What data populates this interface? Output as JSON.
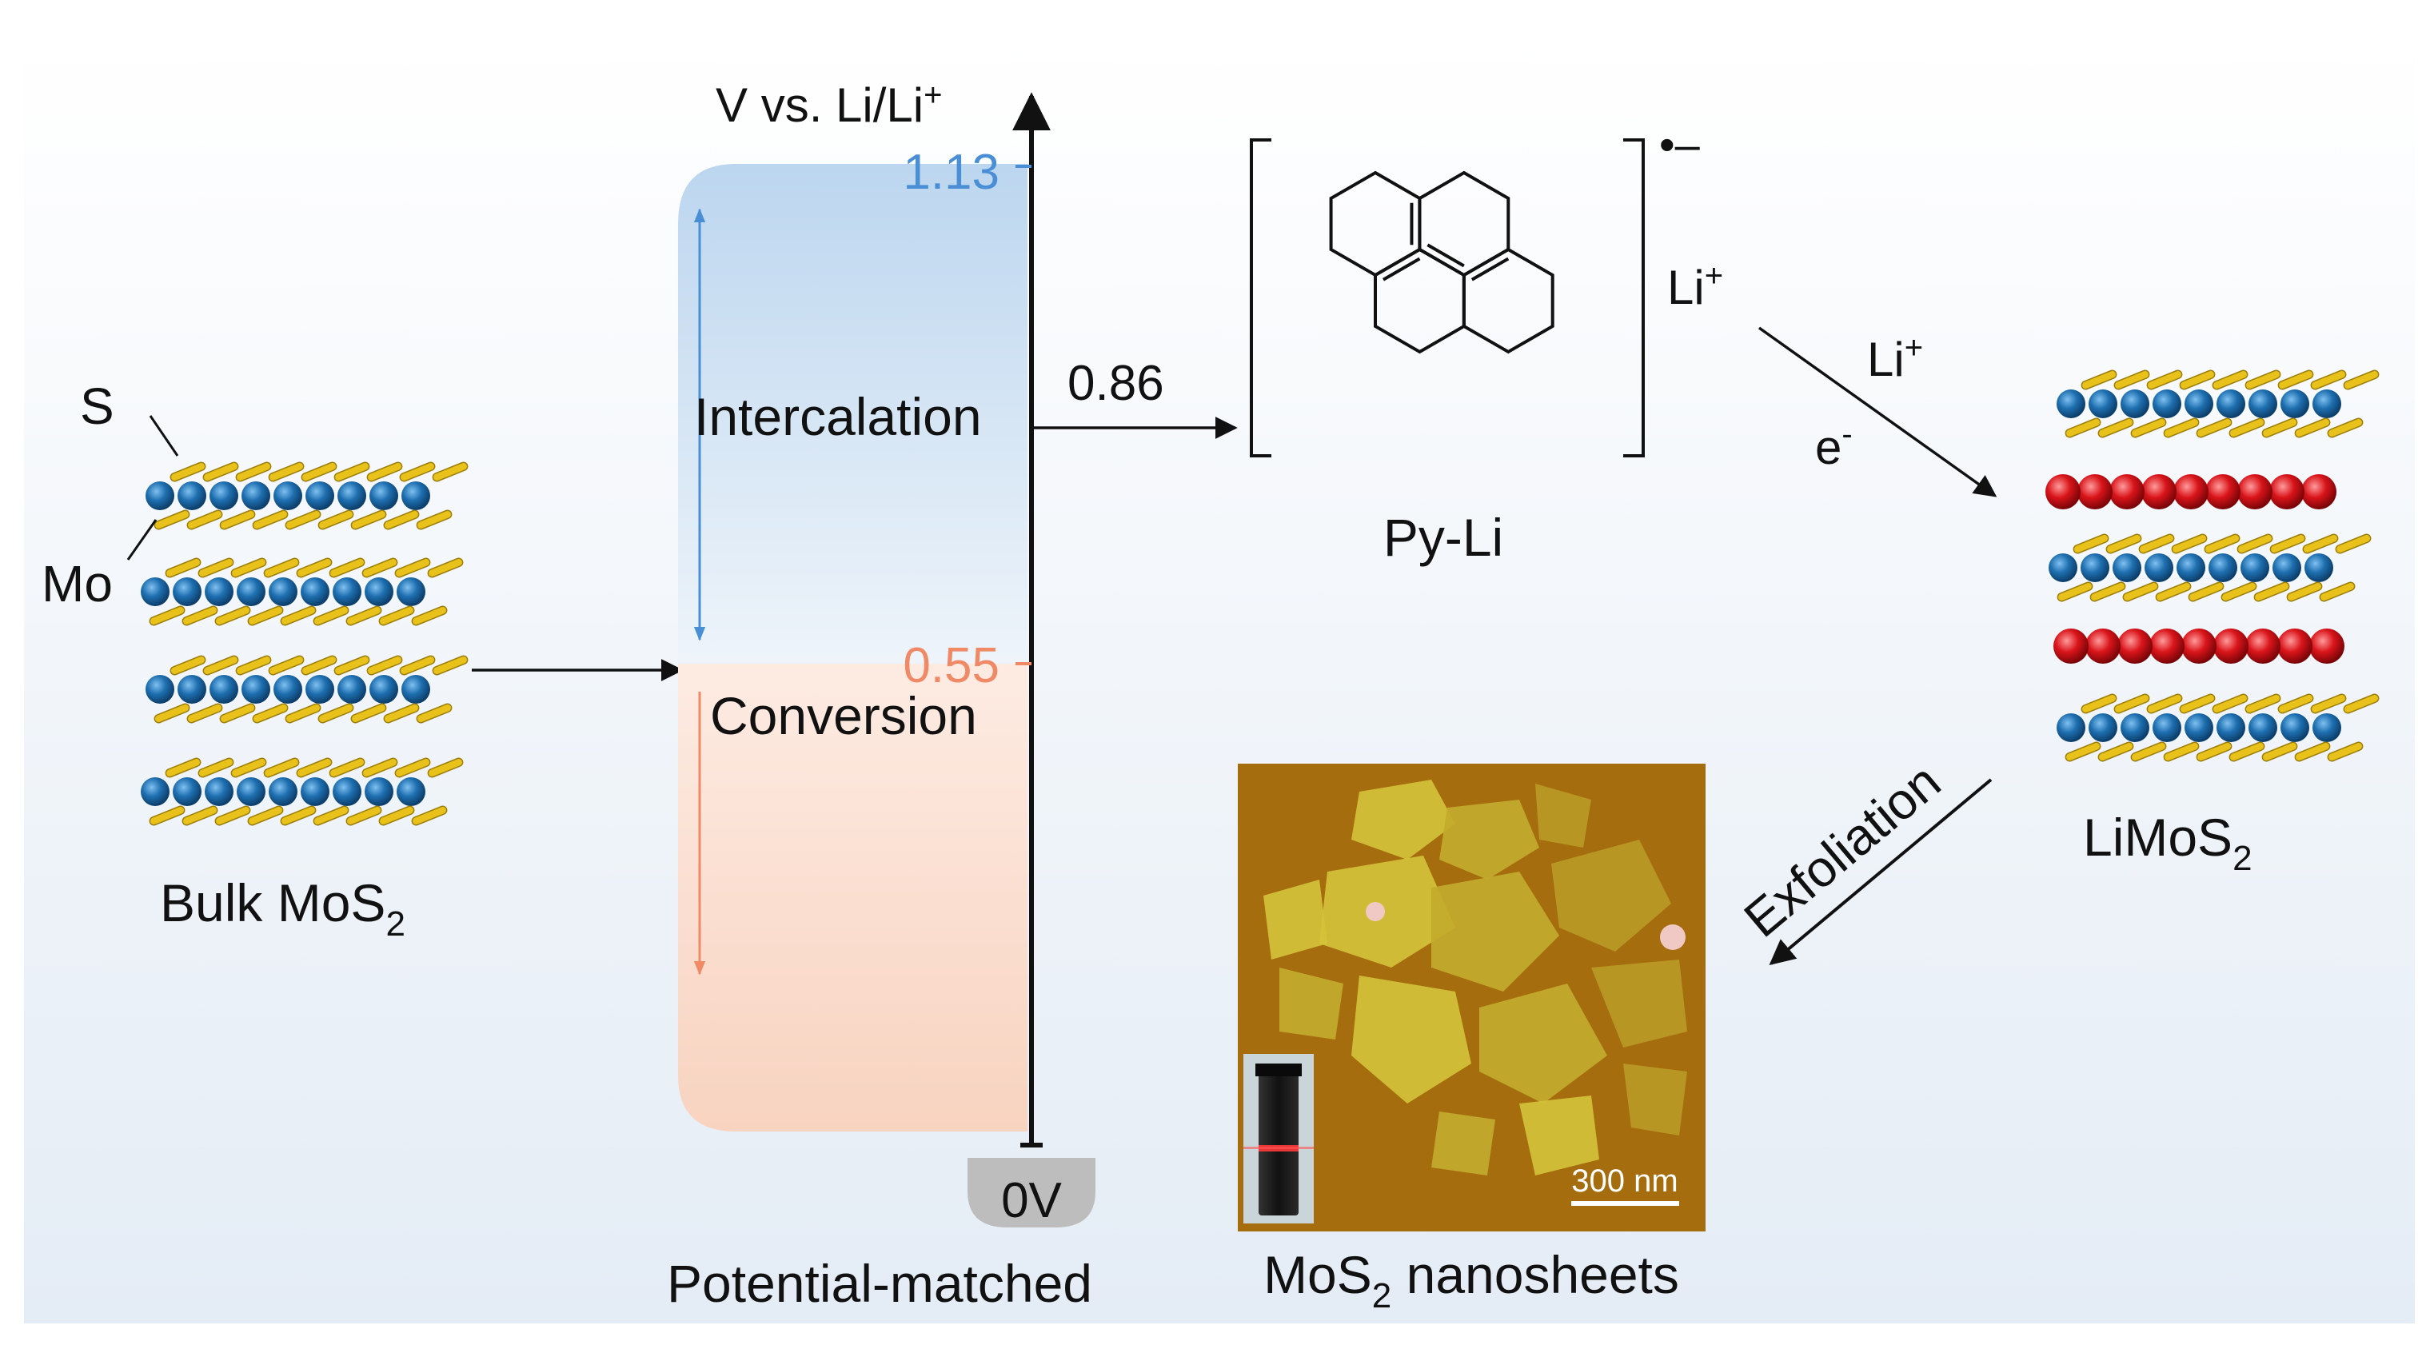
{
  "colors": {
    "mo_atom": "#1e6fb0",
    "s_atom": "#e8c21a",
    "li_atom": "#d9141a",
    "intercalation_blue": "#4a8fd6",
    "conversion_orange": "#f08a66",
    "axis": "#111111",
    "background_top": "#ffffff",
    "background_bottom": "#e4ecf5",
    "afm_background": "#a66d0e",
    "afm_flake": "#c9b52e"
  },
  "bulk": {
    "s_label": "S",
    "mo_label": "Mo",
    "caption": "Bulk MoS",
    "caption_sub": "2"
  },
  "axis": {
    "label": "V vs. Li/Li",
    "label_sup": "+",
    "tick_high": "1.13",
    "tick_mid": "0.55",
    "zero_label": "0V",
    "caption": "Potential-matched"
  },
  "regions": {
    "intercalation": "Intercalation",
    "conversion": "Conversion"
  },
  "reduction": {
    "potential": "0.86",
    "product_label": "Py-Li",
    "charge": "•–",
    "cation": "Li",
    "cation_sup": "+"
  },
  "lithiation": {
    "li": "Li",
    "li_sup": "+",
    "electron": "e",
    "electron_sup": "-"
  },
  "limos2": {
    "caption": "LiMoS",
    "caption_sub": "2"
  },
  "exfoliation": {
    "label": "Exfoliation"
  },
  "nanosheets": {
    "scale_bar": "300 nm",
    "caption_pre": "MoS",
    "caption_sub": "2",
    "caption_post": " nanosheets"
  }
}
